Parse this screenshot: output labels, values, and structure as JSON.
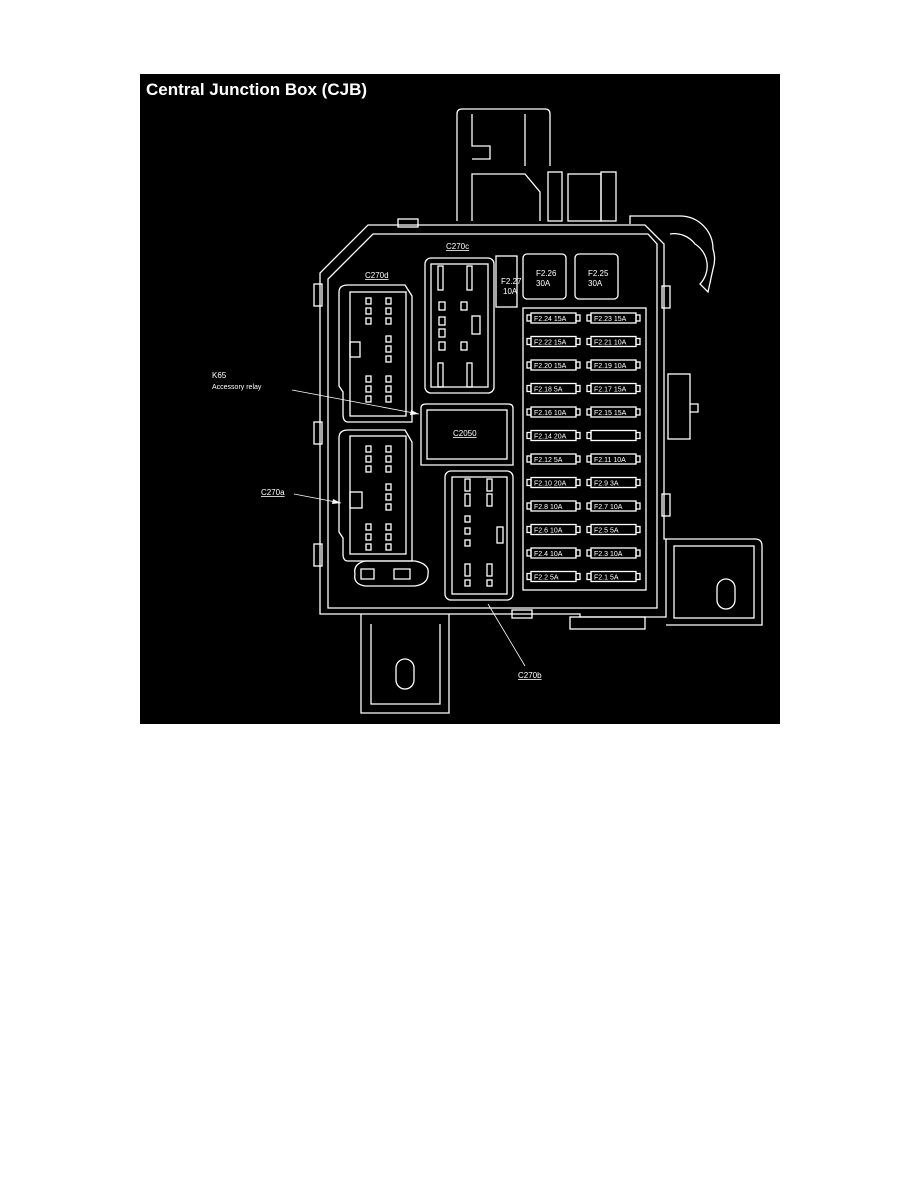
{
  "title": "Central Junction Box (CJB)",
  "labels": {
    "k65": "K65",
    "k65_desc": "Accessory relay",
    "c270a": "C270a",
    "c270b": "C270b",
    "c270c": "C270c",
    "c270d": "C270d",
    "c2050": "C2050"
  },
  "small_fuse": {
    "id": "F2.27",
    "rating": "10A"
  },
  "maxi_fuses": [
    {
      "id": "F2.26",
      "rating": "30A"
    },
    {
      "id": "F2.25",
      "rating": "30A"
    }
  ],
  "fuse_rows": [
    [
      "F2.24 15A",
      "F2.23 15A"
    ],
    [
      "F2.22 15A",
      "F2.21 10A"
    ],
    [
      "F2.20 15A",
      "F2.19 10A"
    ],
    [
      "F2.18 5A",
      "F2.17 15A"
    ],
    [
      "F2.16 10A",
      "F2.15 15A"
    ],
    [
      "F2.14 20A",
      ""
    ],
    [
      "F2.12 5A",
      "F2.11 10A"
    ],
    [
      "F2.10 20A",
      "F2.9 3A"
    ],
    [
      "F2.8 10A",
      "F2.7 10A"
    ],
    [
      "F2.6 10A",
      "F2.5 5A"
    ],
    [
      "F2.4 10A",
      "F2.3 10A"
    ],
    [
      "F2.2 5A",
      "F2.1 5A"
    ]
  ]
}
